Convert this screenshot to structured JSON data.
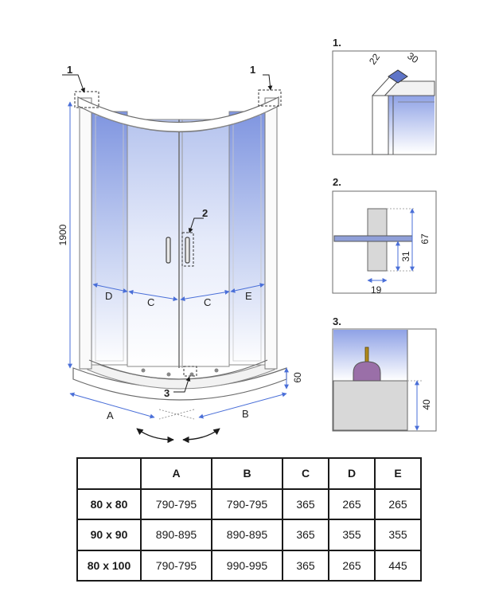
{
  "main_drawing": {
    "height_label": "1900",
    "tray_height_label": "60",
    "callout_1": "1",
    "callout_2": "2",
    "callout_3": "3",
    "seg_d": "D",
    "seg_c": "C",
    "seg_e": "E",
    "dim_a": "A",
    "dim_b": "B"
  },
  "details": [
    {
      "title": "1.",
      "dims": [
        "22",
        "30"
      ]
    },
    {
      "title": "2.",
      "dims": [
        "67",
        "31",
        "19"
      ]
    },
    {
      "title": "3.",
      "dims": [
        "40"
      ]
    }
  ],
  "table": {
    "headers": [
      "",
      "A",
      "B",
      "C",
      "D",
      "E"
    ],
    "rows": [
      {
        "size": "80 x 80",
        "values": [
          "790-795",
          "790-795",
          "365",
          "265",
          "265"
        ]
      },
      {
        "size": "90 x 90",
        "values": [
          "890-895",
          "890-895",
          "365",
          "355",
          "355"
        ]
      },
      {
        "size": "80 x 100",
        "values": [
          "790-795",
          "990-995",
          "365",
          "265",
          "445"
        ]
      }
    ]
  },
  "colors": {
    "glass": "#7f95e0",
    "frame": "#9a9a9a",
    "knob": "#9a6fa8",
    "detail_fill": "#d8d8d8"
  }
}
